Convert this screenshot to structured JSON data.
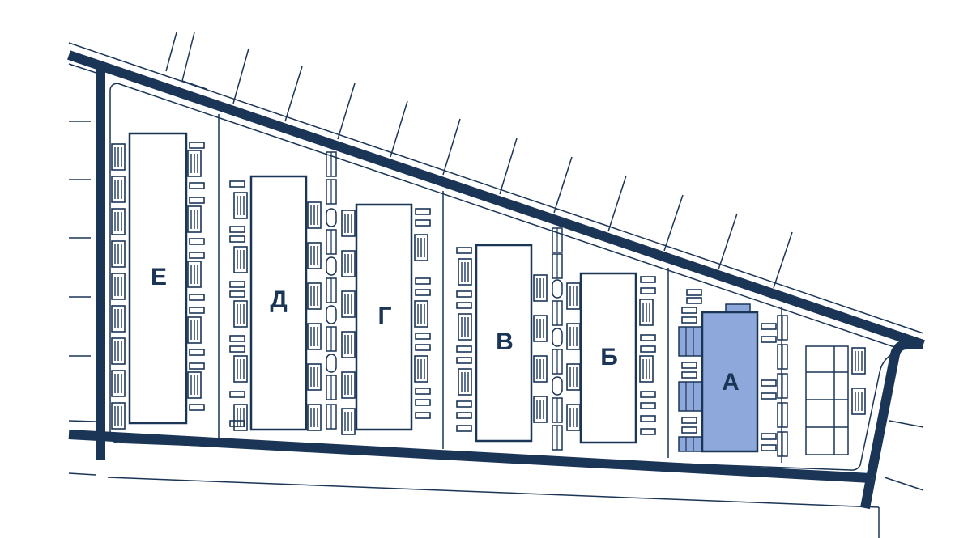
{
  "colors": {
    "ink": "#1b3556",
    "highlight": "#8ea8db",
    "background": "#ffffff"
  },
  "map": {
    "buildings": [
      {
        "id": "E",
        "label": "Е",
        "selected": false
      },
      {
        "id": "D",
        "label": "Д",
        "selected": false
      },
      {
        "id": "G",
        "label": "Г",
        "selected": false
      },
      {
        "id": "V",
        "label": "В",
        "selected": false
      },
      {
        "id": "B",
        "label": "Б",
        "selected": false
      },
      {
        "id": "A",
        "label": "А",
        "selected": true
      }
    ]
  }
}
